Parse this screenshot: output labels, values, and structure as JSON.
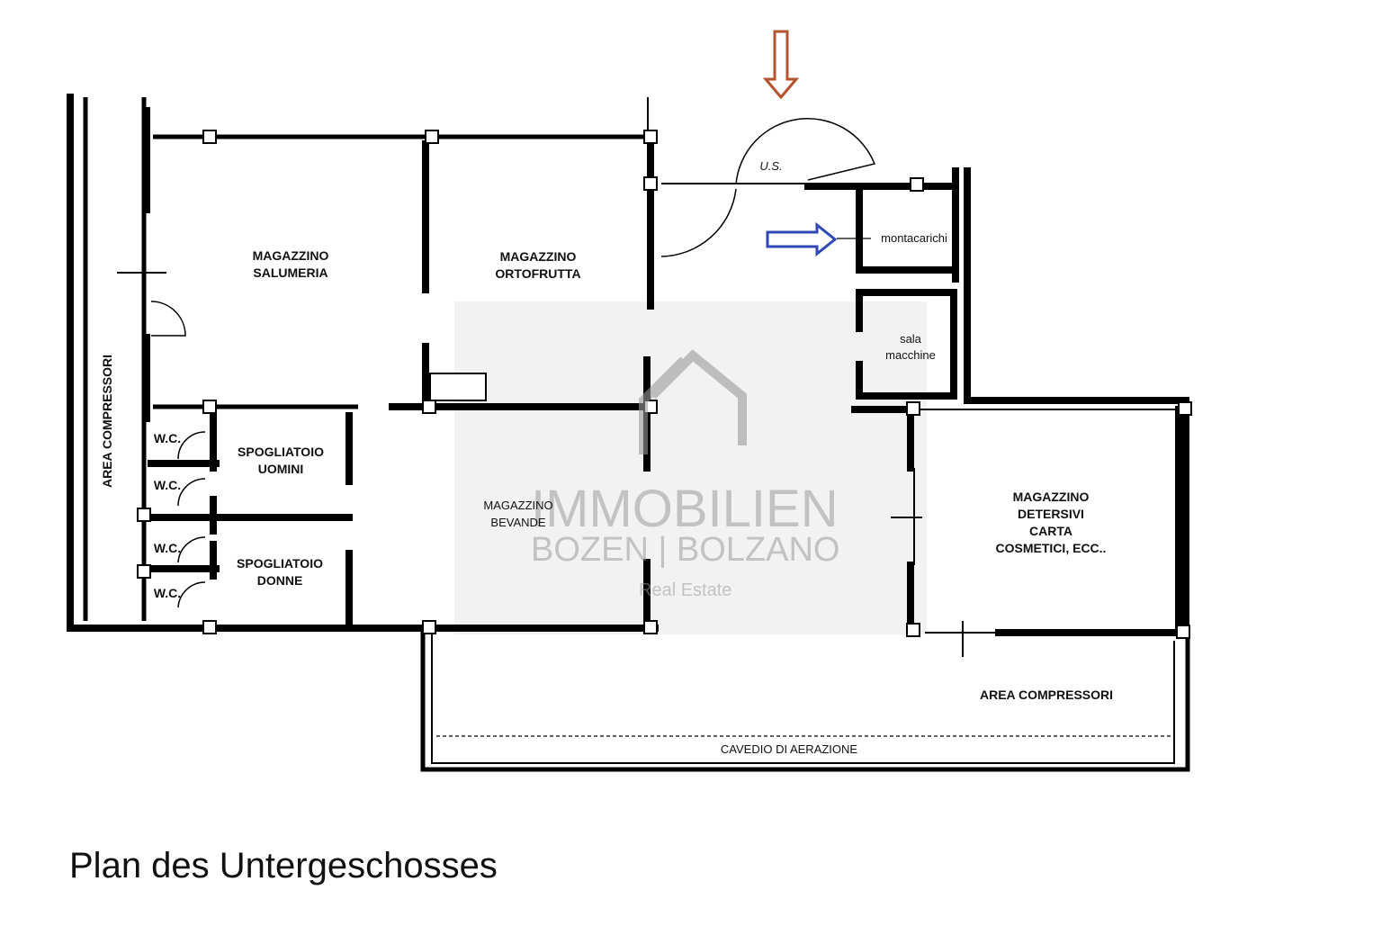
{
  "plan": {
    "rooms": {
      "salumeria": [
        "MAGAZZINO",
        "SALUMERIA"
      ],
      "ortofrutta": [
        "MAGAZZINO",
        "ORTOFRUTTA"
      ],
      "bevande": [
        "MAGAZZINO",
        "BEVANDE"
      ],
      "detersivi": [
        "MAGAZZINO",
        "DETERSIVI",
        "CARTA",
        "COSMETICI, ECC.."
      ],
      "spogliatoio_uomini": [
        "SPOGLIATOIO",
        "UOMINI"
      ],
      "spogliatoio_donne": [
        "SPOGLIATOIO",
        "DONNE"
      ],
      "sala_macchine": [
        "sala",
        "macchine"
      ],
      "montacarichi": "montacarichi",
      "us": "U.S.",
      "wc": "W.C.",
      "area_compressori_left": "AREA COMPRESSORI",
      "area_compressori_bottom": "AREA COMPRESSORI",
      "cavedio": "CAVEDIO DI AERAZIONE"
    },
    "arrows": {
      "entrance_color": "#b5532e",
      "lift_color": "#2e49b5"
    }
  },
  "watermark": {
    "line1": "IMMOBILIEN",
    "line2": "BOZEN | BOLZANO",
    "line3": "Real Estate"
  },
  "caption": "Plan des Untergeschosses"
}
